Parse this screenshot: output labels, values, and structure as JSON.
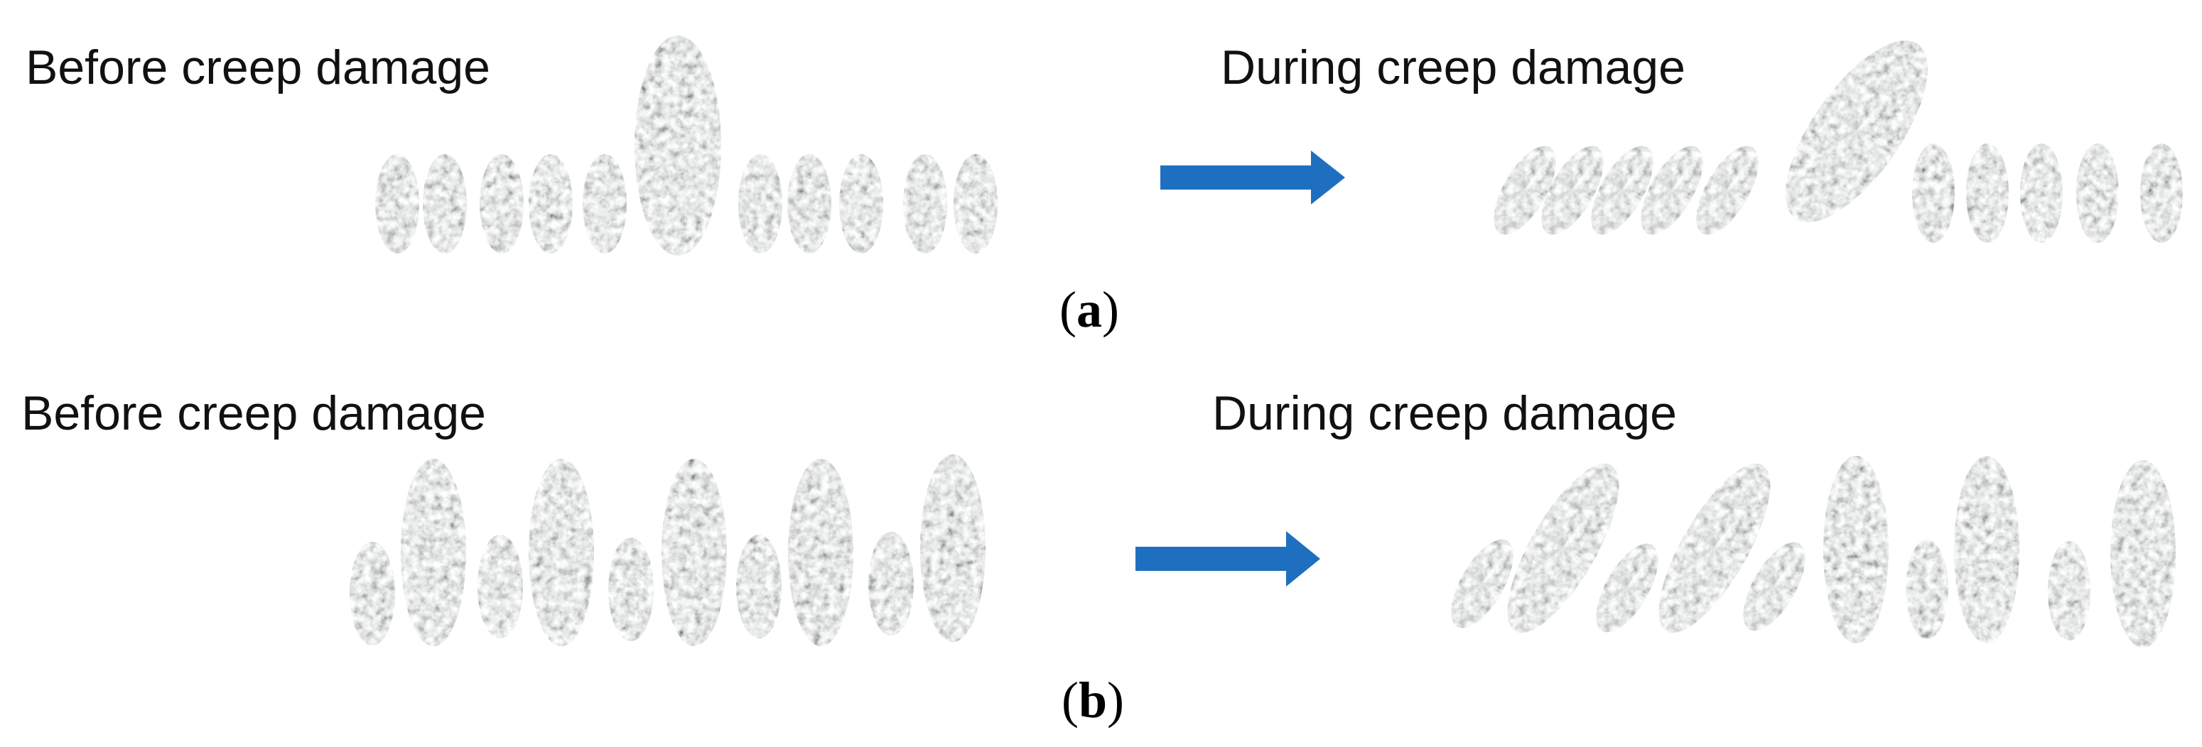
{
  "panel_a": {
    "before_label": "Before creep damage",
    "during_label": "During creep damage",
    "caption": {
      "open": "(",
      "letter": "a",
      "close": ")"
    }
  },
  "panel_b": {
    "before_label": "Before creep damage",
    "during_label": "During creep damage",
    "caption": {
      "open": "(",
      "letter": "b",
      "close": ")"
    }
  },
  "colors": {
    "arrow": "#1f6fc0",
    "grain_dark": "#6f7676",
    "grain_light": "#d9dede",
    "text": "#111111"
  },
  "icons": {
    "grain": "ellipse-grain-icon",
    "arrow": "right-arrow-icon"
  }
}
